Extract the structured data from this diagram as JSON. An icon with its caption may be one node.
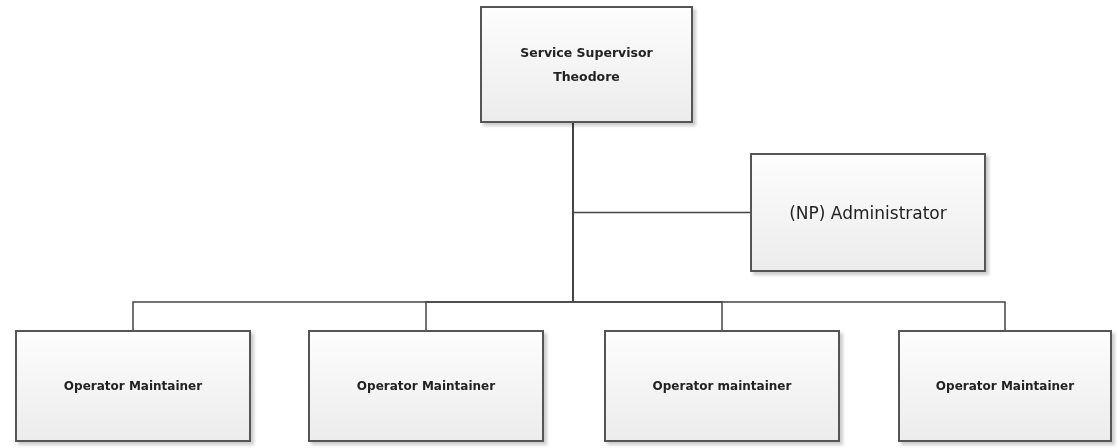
{
  "diagram": {
    "nodes": [
      {
        "text": [
          "Service Supervisor Theodore"
        ]
      },
      {
        "text": [
          "(NP) Administrator"
        ]
      },
      {
        "text": [
          "Operator Maintainer"
        ]
      },
      {
        "text": [
          "Operator Maintainer"
        ]
      },
      {
        "text": [
          "Operator maintainer"
        ]
      },
      {
        "text": [
          "Operator Maintainer"
        ]
      }
    ],
    "edges": [
      {
        "from": 0,
        "to": 1,
        "arrow": "none"
      },
      {
        "from": 0,
        "to": 2,
        "arrow": "none"
      },
      {
        "from": 0,
        "to": 3,
        "arrow": "none"
      },
      {
        "from": 0,
        "to": 4,
        "arrow": "none"
      },
      {
        "from": 0,
        "to": 5,
        "arrow": "none"
      }
    ]
  }
}
